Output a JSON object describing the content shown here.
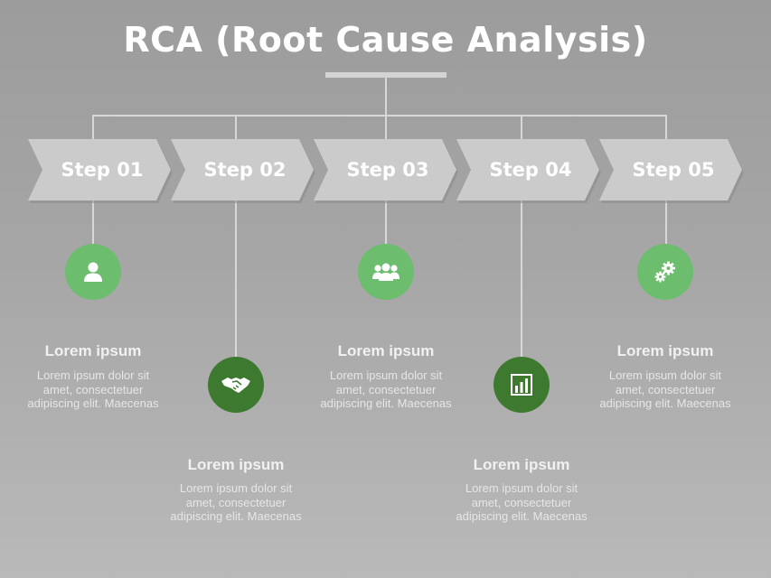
{
  "title": "RCA (Root Cause Analysis)",
  "colors": {
    "background": "#a6a6a6",
    "chevron": "#cbcbcb",
    "light_green": "#6dbd6e",
    "dark_green": "#3d7a2f",
    "connector": "#d8d8d8"
  },
  "steps": [
    {
      "label": "Step 01",
      "icon": "person-icon",
      "heading": "Lorem ipsum",
      "text": "Lorem ipsum dolor sit amet, consectetuer adipiscing elit. Maecenas"
    },
    {
      "label": "Step 02",
      "icon": "handshake-icon",
      "heading": "Lorem ipsum",
      "text": "Lorem ipsum dolor sit amet, consectetuer adipiscing elit. Maecenas"
    },
    {
      "label": "Step 03",
      "icon": "group-icon",
      "heading": "Lorem ipsum",
      "text": "Lorem ipsum dolor sit amet, consectetuer adipiscing elit. Maecenas"
    },
    {
      "label": "Step 04",
      "icon": "bar-chart-icon",
      "heading": "Lorem ipsum",
      "text": "Lorem ipsum dolor sit amet, consectetuer adipiscing elit. Maecenas"
    },
    {
      "label": "Step 05",
      "icon": "gears-icon",
      "heading": "Lorem ipsum",
      "text": "Lorem ipsum dolor sit amet, consectetuer adipiscing elit. Maecenas"
    }
  ]
}
